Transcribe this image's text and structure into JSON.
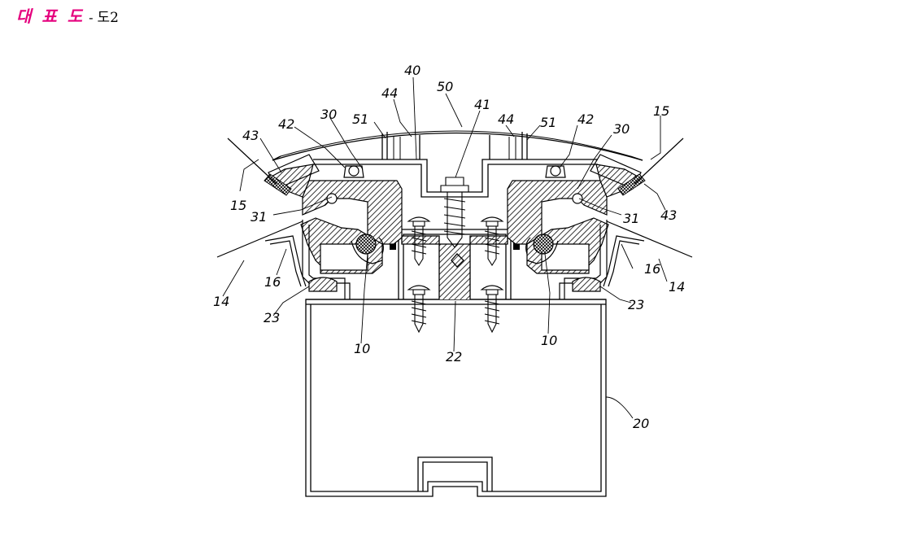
{
  "header": {
    "title": "대 표 도",
    "separator": "-",
    "figure": "도2"
  },
  "figure": {
    "reference_labels": [
      "40",
      "50",
      "44",
      "41",
      "44",
      "51",
      "51",
      "30",
      "42",
      "43",
      "15",
      "42",
      "30",
      "15",
      "31",
      "31",
      "43",
      "16",
      "16",
      "14",
      "14",
      "23",
      "23",
      "10",
      "10",
      "22",
      "20"
    ]
  },
  "colors": {
    "title": "#e5007e",
    "line": "#000000"
  }
}
